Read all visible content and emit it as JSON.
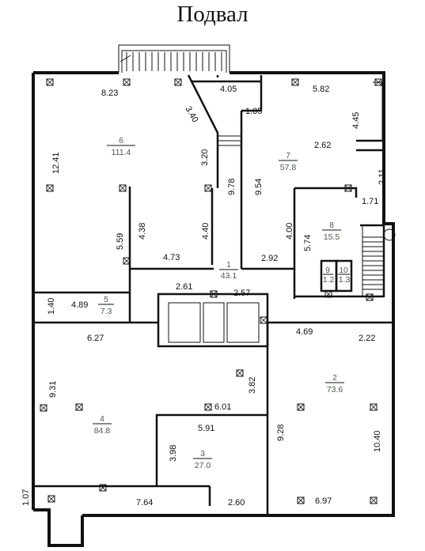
{
  "title": "Подвал",
  "rooms": [
    {
      "number": "1",
      "area": "43.1"
    },
    {
      "number": "2",
      "area": "73.6"
    },
    {
      "number": "3",
      "area": "27.0"
    },
    {
      "number": "4",
      "area": "84.8"
    },
    {
      "number": "5",
      "area": "7.3"
    },
    {
      "number": "6",
      "area": "111.4"
    },
    {
      "number": "7",
      "area": "57.8"
    },
    {
      "number": "8",
      "area": "15.5"
    },
    {
      "number": "9",
      "area": "1.2"
    },
    {
      "number": "10",
      "area": "1.3"
    }
  ],
  "dimensions": [
    "8.23",
    "3.40",
    "4.05",
    "5.82",
    "1.05",
    "4.45",
    "12.41",
    "3.20",
    "2.62",
    "9.78",
    "9.54",
    "2.11",
    "1.71",
    "4.38",
    "4.40",
    "5.59",
    "4.00",
    "5.74",
    "4.73",
    "2.92",
    "2.61",
    "2.57",
    "1.40",
    "4.89",
    "6.27",
    "4.69",
    "2.22",
    "3.82",
    "9.31",
    "6.01",
    "5.91",
    "9.28",
    "10.40",
    "3.98",
    "1.07",
    "7.64",
    "2.60",
    "6.97"
  ]
}
